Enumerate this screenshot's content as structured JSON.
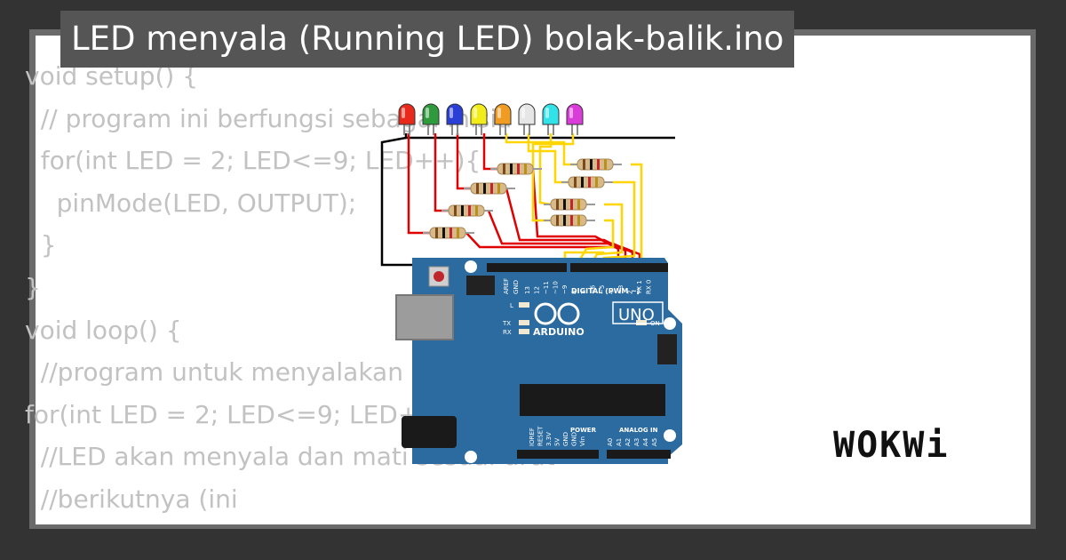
{
  "title": "LED menyala (Running LED) bolak-balik.ino",
  "code_lines": [
    "void setup() {",
    "  // program ini berfungsi sebagai inisia",
    "  for(int LED = 2; LED<=9; LED++){",
    "    pinMode(LED, OUTPUT);",
    "  }",
    "}",
    "void loop() {",
    "  //program untuk menyalakan LED bergantian",
    "for(int LED = 2; LED<=9; LED++){",
    "  //LED akan menyala dan mati sesuai urut",
    "  //berikutnya (ini"
  ],
  "board": {
    "aref": "AREF",
    "gnd": "GND",
    "pins": [
      "13",
      "12",
      "~11",
      "~10",
      "~9",
      "8",
      "7",
      "~6",
      "~5",
      "4",
      "~3",
      "2",
      "TX 1",
      "RX 0"
    ],
    "digital_label": "DIGITAL (PWM ~)",
    "l": "L",
    "tx": "TX",
    "rx": "RX",
    "uno": "UNO",
    "arduino": "ARDUINO",
    "on": "ON",
    "power_pins": [
      "IOREF",
      "RESET",
      "3.3V",
      "5V",
      "GND",
      "GND",
      "Vin"
    ],
    "power_label": "POWER",
    "analog_pins": [
      "A0",
      "A1",
      "A2",
      "A3",
      "A4",
      "A5"
    ],
    "analog_label": "ANALOG IN"
  },
  "led_colors": [
    "#e8291c",
    "#2e9a3c",
    "#2b3fd6",
    "#f2ec1a",
    "#f09c22",
    "#e6e6e6",
    "#31e3e8",
    "#d93cd8"
  ],
  "wire_colors": {
    "red": "#e00000",
    "yellow": "#ffd600",
    "black": "#000000"
  },
  "board_color": "#2b6ba0",
  "brand": "WOKWi"
}
